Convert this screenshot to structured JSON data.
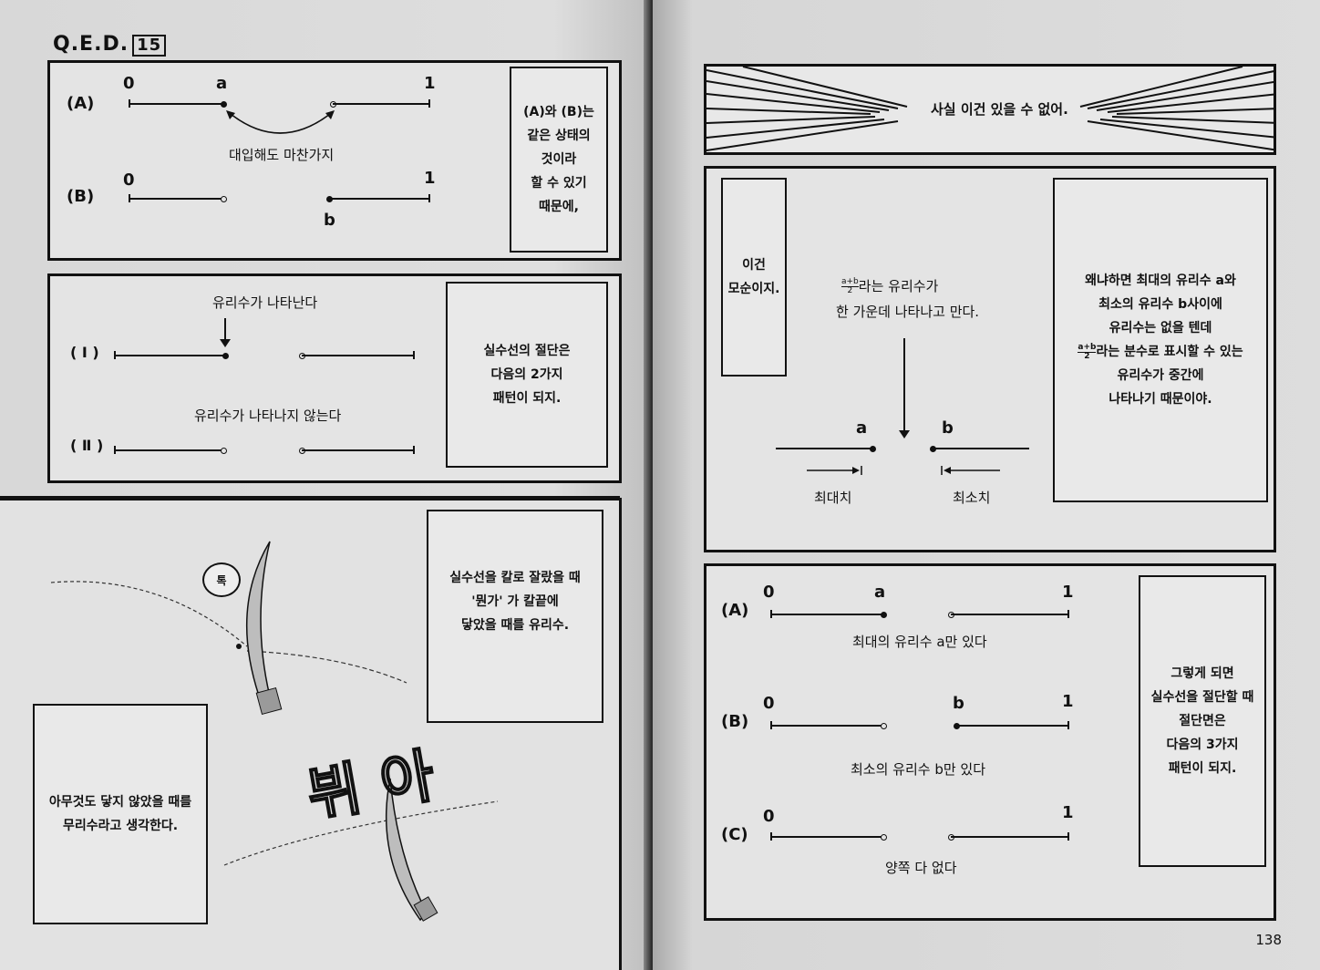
{
  "header": {
    "title": "Q.E.D.",
    "volume": "15"
  },
  "page_number": "138",
  "panel1": {
    "row_a_label": "(A)",
    "row_b_label": "(B)",
    "zero": "0",
    "one": "1",
    "a": "a",
    "b": "b",
    "caption": "대입해도 마찬가지",
    "box": "(A)와 (B)는\n같은 상태의\n것이라\n할 수 있기\n때문에,"
  },
  "panel2": {
    "row1_label": "( I )",
    "row2_label": "( Ⅱ )",
    "caption1": "유리수가 나타난다",
    "caption2": "유리수가 나타나지 않는다",
    "box": "실수선의 절단은\n다음의 2가지\n패턴이 되지."
  },
  "panel3": {
    "box": "실수선을 칼로 잘랐을 때\n'뭔가' 가 칼끝에\n닿았을 때를 유리수.",
    "bubble": "톡",
    "sfx": "뷔 아"
  },
  "panel4": {
    "box": "아무것도 닿지 않았을 때를\n무리수라고 생각한다."
  },
  "panel5": {
    "text": "사실 이건 있을 수 없어."
  },
  "panel6": {
    "left_box": "이건\n모순이지.",
    "frac_num": "a+b",
    "frac_den": "2",
    "center_line1": "라는 유리수가",
    "center_line2": "한 가운데 나타나고 만다.",
    "a": "a",
    "b": "b",
    "max_label": "최대치",
    "min_label": "최소치",
    "right_box_1": "왜냐하면 최대의 유리수 a와\n최소의 유리수 b사이에\n유리수는 없을 텐데",
    "right_box_2": "라는 분수로 표시할 수 있는",
    "right_box_3": "유리수가 중간에\n나타나기 때문이야."
  },
  "panel7": {
    "row_a_label": "(A)",
    "row_b_label": "(B)",
    "row_c_label": "(C)",
    "zero": "0",
    "one": "1",
    "a": "a",
    "b": "b",
    "caption_a": "최대의 유리수 a만 있다",
    "caption_b": "최소의 유리수 b만 있다",
    "caption_c": "양쪽 다 없다",
    "box": "그렇게 되면\n실수선을 절단할 때\n절단면은\n다음의 3가지\n패턴이 되지."
  }
}
